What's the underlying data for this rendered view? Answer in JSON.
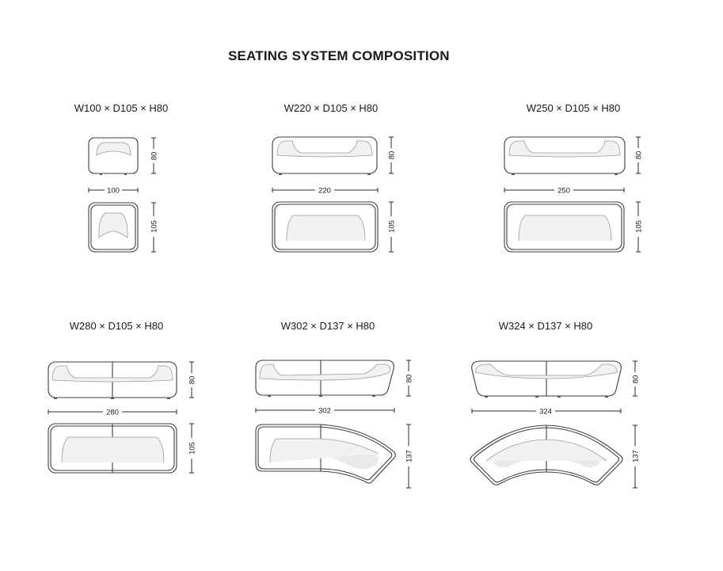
{
  "title": "SEATING SYSTEM COMPOSITION",
  "modules": [
    {
      "label": "W100 × D105 × H80",
      "width": "100",
      "depth": "105",
      "height": "80"
    },
    {
      "label": "W220 × D105 × H80",
      "width": "220",
      "depth": "105",
      "height": "80"
    },
    {
      "label": "W250 × D105 × H80",
      "width": "250",
      "depth": "105",
      "height": "80"
    },
    {
      "label": "W280 × D105 × H80",
      "width": "280",
      "depth": "105",
      "height": "80"
    },
    {
      "label": "W302 × D137 × H80",
      "width": "302",
      "depth": "137",
      "height": "80"
    },
    {
      "label": "W324 × D137 × H80",
      "width": "324",
      "depth": "137",
      "height": "80"
    }
  ]
}
